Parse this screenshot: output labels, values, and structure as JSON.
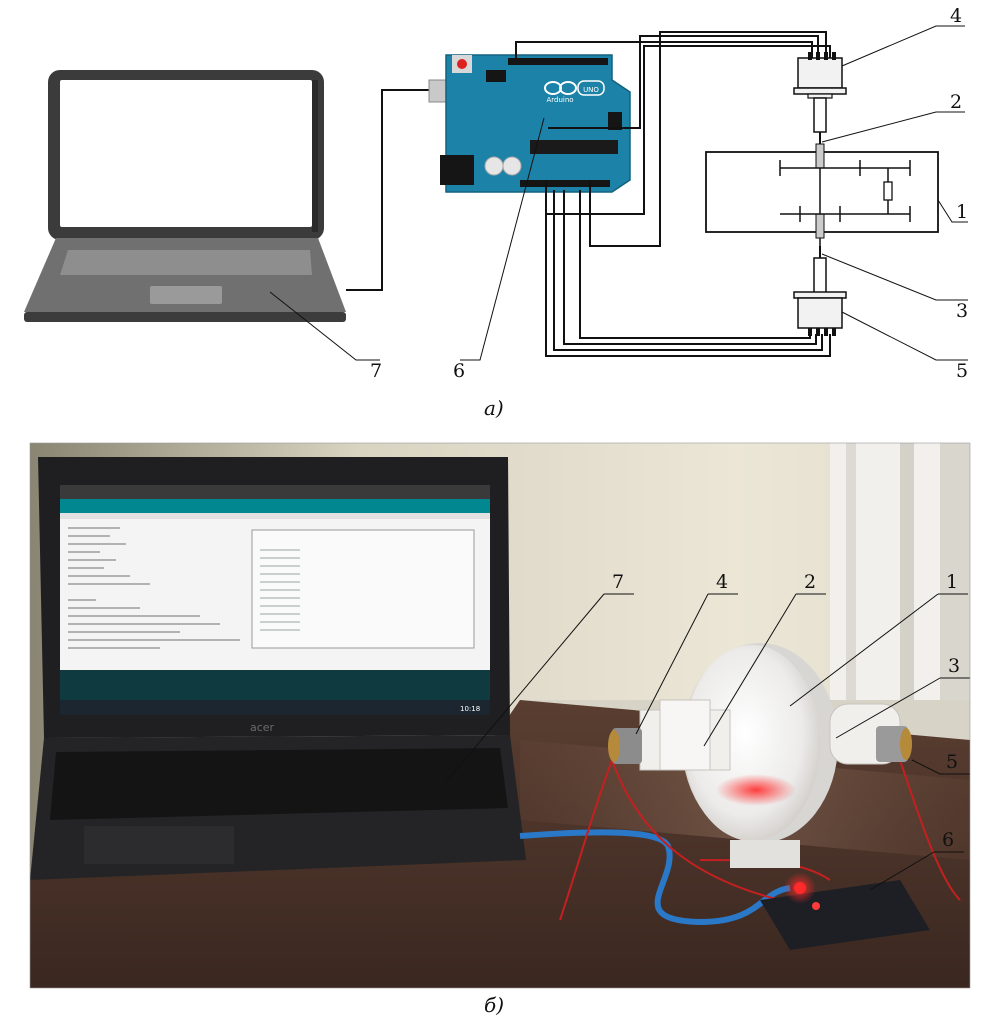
{
  "figure": {
    "caption_a": "а)",
    "caption_b": "б)"
  },
  "schematic": {
    "callouts": [
      "1",
      "2",
      "3",
      "4",
      "5",
      "6",
      "7"
    ],
    "board": {
      "name": "Arduino",
      "model": "UNO"
    }
  },
  "photo": {
    "callouts": [
      "7",
      "4",
      "2",
      "1",
      "3",
      "5",
      "6"
    ],
    "laptop_brand": "acer",
    "taskbar_time": "10:18"
  }
}
